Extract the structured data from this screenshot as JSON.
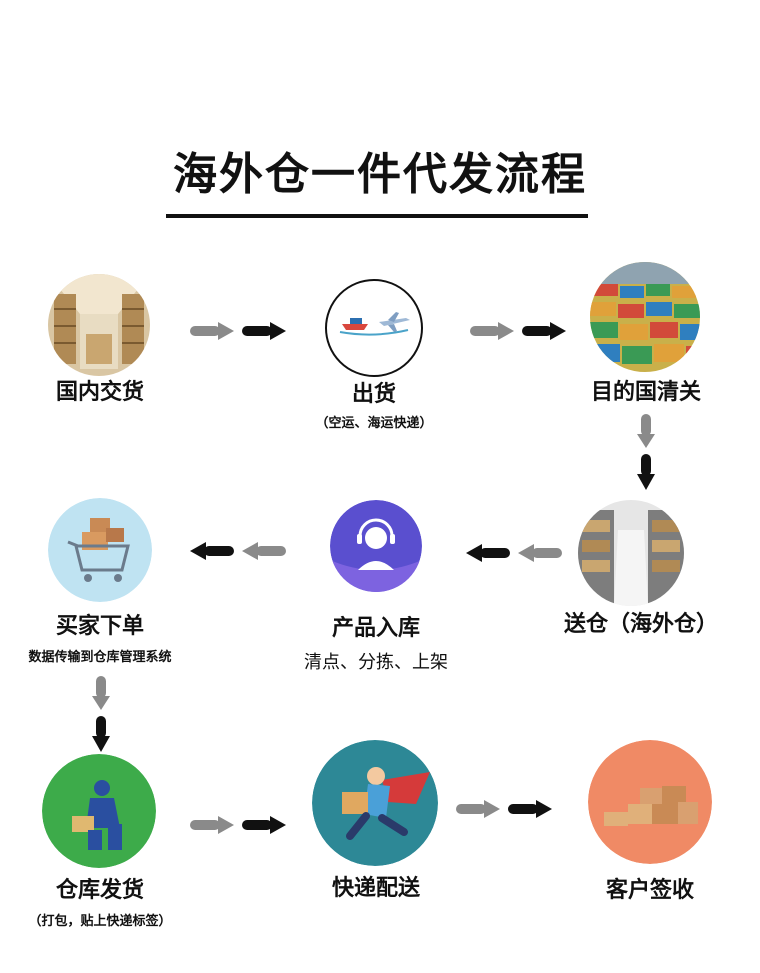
{
  "title": "海外仓一件代发流程",
  "steps": [
    {
      "label": "国内交货",
      "sub": ""
    },
    {
      "label": "出货",
      "sub": "（空运、海运快递）"
    },
    {
      "label": "目的国清关",
      "sub": ""
    },
    {
      "label": "送仓（海外仓）",
      "sub": ""
    },
    {
      "label": "产品入库",
      "sub": "清点、分拣、上架"
    },
    {
      "label": "买家下单",
      "sub": "数据传输到仓库管理系统"
    },
    {
      "label": "仓库发货",
      "sub": "（打包，贴上快递标签）"
    },
    {
      "label": "快递配送",
      "sub": ""
    },
    {
      "label": "客户签收",
      "sub": ""
    }
  ],
  "colors": {
    "arrow_light": "#8a8a8a",
    "arrow_dark": "#111111",
    "green_circle": "#3dab4a",
    "orange_circle": "#f08a65",
    "teal_circle": "#2d8896",
    "purple_circle": "#5a4fcf",
    "lightblue_circle": "#bfe3f2"
  }
}
